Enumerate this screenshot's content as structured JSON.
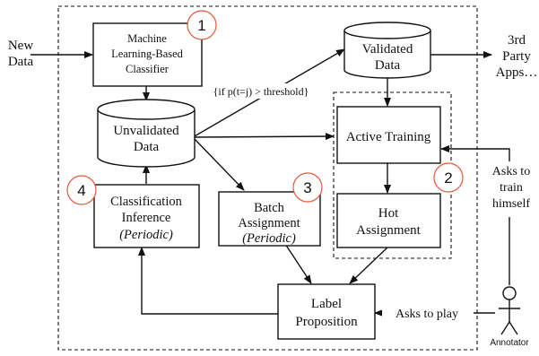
{
  "inputs": {
    "new_data": [
      "New",
      "Data"
    ]
  },
  "outputs": {
    "third_party": [
      "3rd",
      "Party",
      "Apps…"
    ]
  },
  "nodes": {
    "ml_classifier": [
      "Machine",
      "Learning-Based",
      "Classifier"
    ],
    "unvalidated_data": [
      "Unvalidated",
      "Data"
    ],
    "validated_data": [
      "Validated",
      "Data"
    ],
    "active_training": "Active Training",
    "hot_assignment": [
      "Hot",
      "Assignment"
    ],
    "batch_assignment": [
      "Batch",
      "Assignment",
      "(Periodic)"
    ],
    "classification_inference": [
      "Classification",
      "Inference",
      "(Periodic)"
    ],
    "label_proposition": [
      "Label",
      "Proposition"
    ]
  },
  "edge_labels": {
    "threshold": "{if p(t=j) > threshold}",
    "asks_to_train": [
      "Asks to",
      "train",
      "himself"
    ],
    "asks_to_play": "Asks to play"
  },
  "actor": {
    "label": "Annotator"
  },
  "badges": [
    "1",
    "2",
    "3",
    "4"
  ],
  "colors": {
    "badge_stroke": "#e8553a",
    "line": "#111111"
  }
}
